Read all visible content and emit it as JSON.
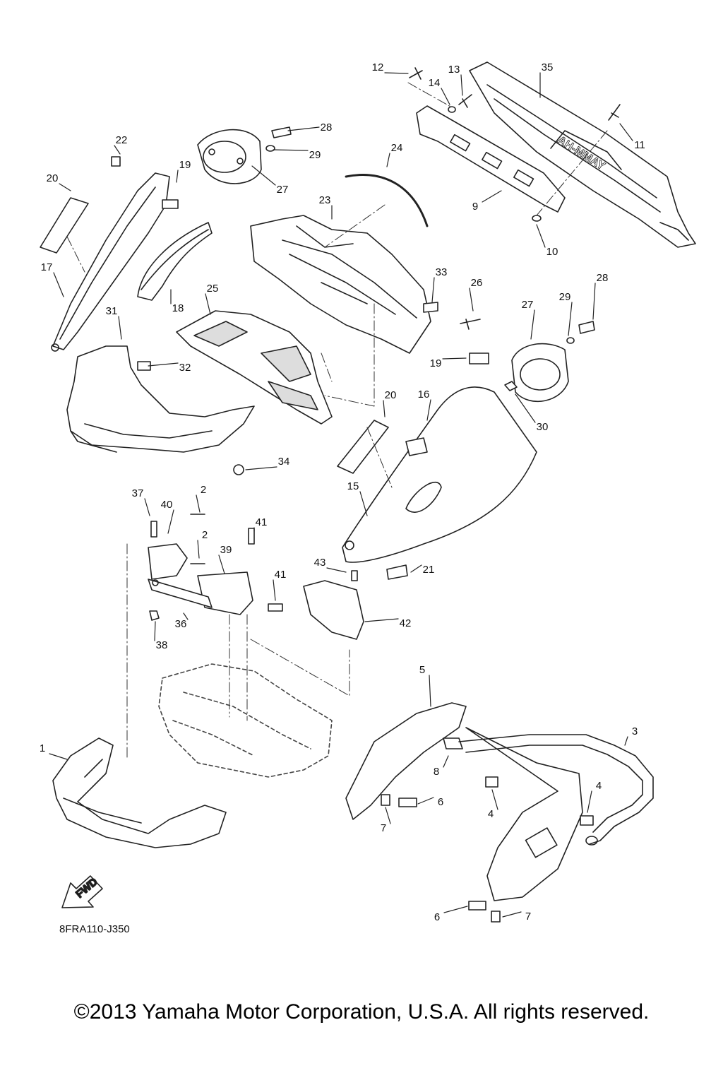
{
  "diagram_code": "8FRA110-J350",
  "fwd_arrow_label": "FWD",
  "copyright": "©2013 Yamaha Motor Corporation, U.S.A. All rights reserved.",
  "emblem_text": "AH-MMAY",
  "callouts": [
    "12",
    "13",
    "14",
    "35",
    "28",
    "22",
    "29",
    "24",
    "11",
    "19",
    "20",
    "27",
    "23",
    "9",
    "10",
    "17",
    "33",
    "26",
    "28",
    "29",
    "27",
    "25",
    "18",
    "31",
    "32",
    "19",
    "20",
    "16",
    "30",
    "34",
    "15",
    "37",
    "2",
    "40",
    "41",
    "2",
    "39",
    "43",
    "21",
    "41",
    "42",
    "36",
    "38",
    "5",
    "3",
    "1",
    "8",
    "6",
    "4",
    "4",
    "7",
    "6",
    "7"
  ]
}
